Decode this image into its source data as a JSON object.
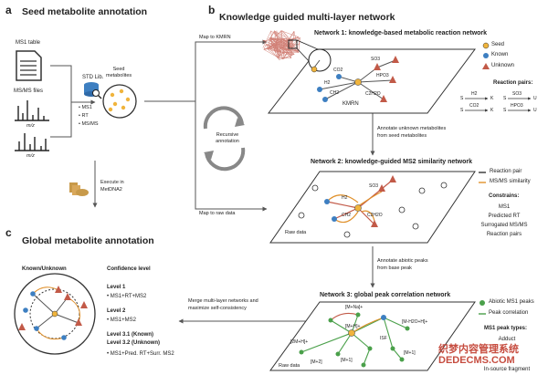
{
  "panel_a": {
    "letter": "a",
    "title": "Seed metabolite annotation",
    "ms1_table": "MS1 table",
    "msms_files": "MS/MS files",
    "mz1": "m/z",
    "mz2": "m/z",
    "std_lib": "STD Lib.",
    "bullets": [
      "• MS1",
      "• RT",
      "• MS/MS"
    ],
    "seed_label": "Seed\nmetabolites",
    "execute": "Execute in\nMetDNA2"
  },
  "panel_b": {
    "letter": "b",
    "title": "Knowledge guided multi-layer network",
    "map_kmrn": "Map to KMRN",
    "map_raw": "Map to raw data",
    "recursive": "Recursive\nannotation",
    "net1": {
      "title": "Network 1: knowledge-based metabolic reaction network",
      "kmrn": "KMRN",
      "nodes": [
        "CO2",
        "H2",
        "CH2",
        "SO3",
        "HPO3",
        "C2H2O"
      ],
      "legend": [
        {
          "label": "Seed",
          "color": "#f0b43c"
        },
        {
          "label": "Known",
          "color": "#3d7fc1"
        },
        {
          "label": "Unknown",
          "color": "#c25a48"
        }
      ],
      "pairs_title": "Reaction pairs:",
      "pairs": [
        {
          "l": "S",
          "op": "H2",
          "r": "K"
        },
        {
          "l": "S",
          "op": "SO3",
          "r": "U"
        },
        {
          "l": "S",
          "op": "CO2",
          "r": "K"
        },
        {
          "l": "S",
          "op": "HPO3",
          "r": "U"
        }
      ]
    },
    "step1": "Annotate unknown metabolites\nfrom seed metabolites",
    "net2": {
      "title": "Network 2:  knowledge-guided MS2 similarity network",
      "raw": "Raw data",
      "nodes": [
        "SO3",
        "H2",
        "CH2",
        "C2H2O"
      ],
      "legend": [
        "Reaction pair",
        "MS/MS similarity"
      ],
      "constraints_title": "Constrains:",
      "constraints": [
        "MS1",
        "Predicted RT",
        "Surrogated MS/MS",
        "Reaction pairs"
      ]
    },
    "step2": "Annotate abiotic peaks\nfrom base peak",
    "net3": {
      "title": "Network 3: global peak correlation network",
      "raw": "Raw data",
      "nodes": [
        "[M+Na]+",
        "[M+H]+",
        "[M-H2O+H]+",
        "ISF",
        "[2M+H]+",
        "[M+2]",
        "[M+1]",
        "[M+1]"
      ],
      "legend": [
        "Abiotic MS1 peaks",
        "Peak correlation"
      ],
      "types_title": "MS1 peak types:",
      "types": [
        "Adduct",
        "In-source fragment"
      ]
    },
    "merge": "Merge multi-layer networks and\nmaximize self-consistency"
  },
  "panel_c": {
    "letter": "c",
    "title": "Global metabolite annotation",
    "col1": "Known/Unknown",
    "col2": "Confidence level",
    "levels": [
      {
        "name": "Level 1",
        "desc": "• MS1+RT+MS2"
      },
      {
        "name": "Level 2",
        "desc": "• MS1+MS2"
      },
      {
        "name": "Level 3.1 (Known)",
        "desc": ""
      },
      {
        "name": "Level 3.2 (Unknown)",
        "desc": "• MS1+Pred. RT+Surr. MS2"
      }
    ]
  },
  "watermark": "织梦内容管理系统\nDEDECMS.COM",
  "colors": {
    "seed": "#f0b43c",
    "known": "#3d7fc1",
    "unknown": "#c25a48",
    "abiotic": "#4aa04a",
    "arrow": "#666666"
  }
}
